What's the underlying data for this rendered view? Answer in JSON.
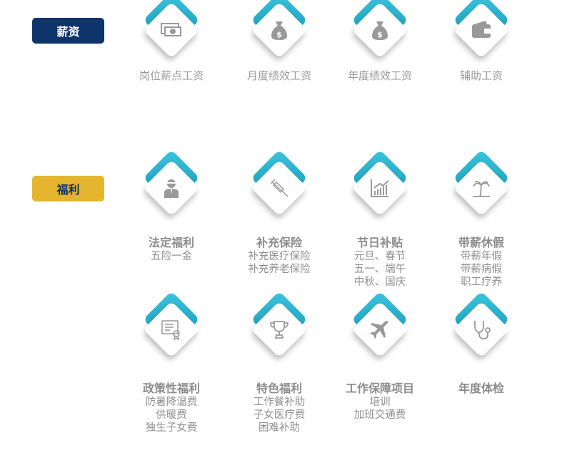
{
  "sections": {
    "salary": "薪资",
    "welfare": "福利"
  },
  "salary_items": [
    {
      "icon": "money-icon",
      "label": "岗位薪点工资"
    },
    {
      "icon": "money-bag-icon",
      "label": "月度绩效工资"
    },
    {
      "icon": "money-bag-icon",
      "label": "年度绩效工资"
    },
    {
      "icon": "wallet-icon",
      "label": "辅助工资"
    }
  ],
  "welfare_items": [
    {
      "icon": "person-icon",
      "title": "法定福利",
      "lines": [
        "五险一金"
      ]
    },
    {
      "icon": "syringe-icon",
      "title": "补充保险",
      "lines": [
        "补充医疗保险",
        "补充养老保险"
      ]
    },
    {
      "icon": "chart-icon",
      "title": "节日补贴",
      "lines": [
        "元旦、春节",
        "五一、端午",
        "中秋、国庆"
      ]
    },
    {
      "icon": "palm-tree-icon",
      "title": "带薪休假",
      "lines": [
        "带薪年假",
        "带薪病假",
        "职工疗养"
      ]
    },
    {
      "icon": "certificate-icon",
      "title": "政策性福利",
      "lines": [
        "防暑降温费",
        "供暖费",
        "独生子女费"
      ]
    },
    {
      "icon": "trophy-icon",
      "title": "特色福利",
      "lines": [
        "工作餐补助",
        "子女医疗费",
        "困难补助"
      ]
    },
    {
      "icon": "airplane-icon",
      "title": "工作保障项目",
      "lines": [
        "培训",
        "加班交通费"
      ]
    },
    {
      "icon": "stethoscope-icon",
      "title": "年度体检",
      "lines": []
    }
  ]
}
